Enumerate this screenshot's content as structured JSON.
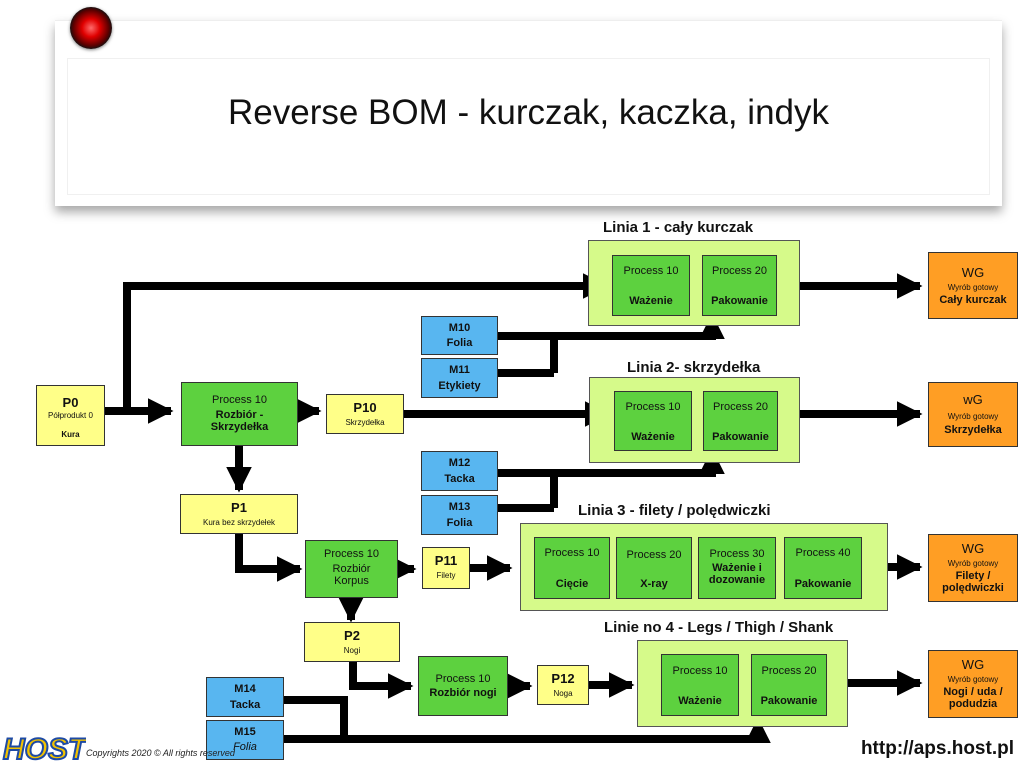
{
  "title": "Reverse BOM - kurczak, kaczka, indyk",
  "lines": {
    "line1": "Linia 1 - cały kurczak",
    "line2": "Linia 2- skrzydełka",
    "line3": "Linia 3 - filety / polędwiczki",
    "line4": "Linie no 4 - Legs / Thigh / Shank"
  },
  "p0": {
    "code": "P0",
    "name": "Półprodukt  0",
    "sub": "Kura"
  },
  "proc_rozbior_skrzydelka": {
    "a": "Process 10",
    "b": "Rozbiór -\nSkrzydełka"
  },
  "p10": {
    "code": "P10",
    "name": "Skrzydełka"
  },
  "p1": {
    "code": "P1",
    "name": "Kura bez skrzydełek"
  },
  "proc_rozbior_korpus": {
    "a": "Process 10",
    "b": "Rozbiór\nKorpus"
  },
  "p11": {
    "code": "P11",
    "name": "Filety"
  },
  "p2": {
    "code": "P2",
    "name": "Nogi"
  },
  "proc_rozbior_nogi": {
    "a": "Process 10",
    "b": "Rozbiór nogi"
  },
  "p12": {
    "code": "P12",
    "name": "Noga"
  },
  "m10": {
    "code": "M10",
    "name": "Folia"
  },
  "m11": {
    "code": "M11",
    "name": "Etykiety"
  },
  "m12": {
    "code": "M12",
    "name": "Tacka"
  },
  "m13": {
    "code": "M13",
    "name": "Folia"
  },
  "m14": {
    "code": "M14",
    "name": "Tacka"
  },
  "m15": {
    "code": "M15",
    "name": "Folia"
  },
  "l1": {
    "p1a": "Process 10",
    "p1b": "Ważenie",
    "p2a": "Process 20",
    "p2b": "Pakowanie"
  },
  "l2": {
    "p1a": "Process 10",
    "p1b": "Ważenie",
    "p2a": "Process 20",
    "p2b": "Pakowanie"
  },
  "l3": {
    "p1a": "Process 10",
    "p1b": "Cięcie",
    "p2a": "Process 20",
    "p2b": "X-ray",
    "p3a": "Process 30",
    "p3b": "Ważenie i\ndozowanie",
    "p4a": "Process 40",
    "p4b": "Pakowanie"
  },
  "l4": {
    "p1a": "Process 10",
    "p1b": "Ważenie",
    "p2a": "Process 20",
    "p2b": "Pakowanie"
  },
  "wg1": {
    "code": "WG",
    "name": "Wyrób gotowy",
    "desc": "Cały kurczak"
  },
  "wg2": {
    "code": "wG",
    "name": "Wyrób gotowy",
    "desc": "Skrzydełka"
  },
  "wg3": {
    "code": "WG",
    "name": "Wyrób gotowy",
    "desc": "Filety /\npolędwiczki"
  },
  "wg4": {
    "code": "WG",
    "name": "Wyrób gotowy",
    "desc": "Nogi / uda /\npodudzia"
  },
  "footer": {
    "url": "http://aps.host.pl",
    "copyright": "Copyrights 2020  © All rights reserved",
    "logo": "HOST"
  },
  "colors": {
    "yellow": "#ffff88",
    "green": "#5dd13f",
    "lime": "#d6fa8a",
    "blue": "#58b6f0",
    "orange": "#ff9e24"
  }
}
